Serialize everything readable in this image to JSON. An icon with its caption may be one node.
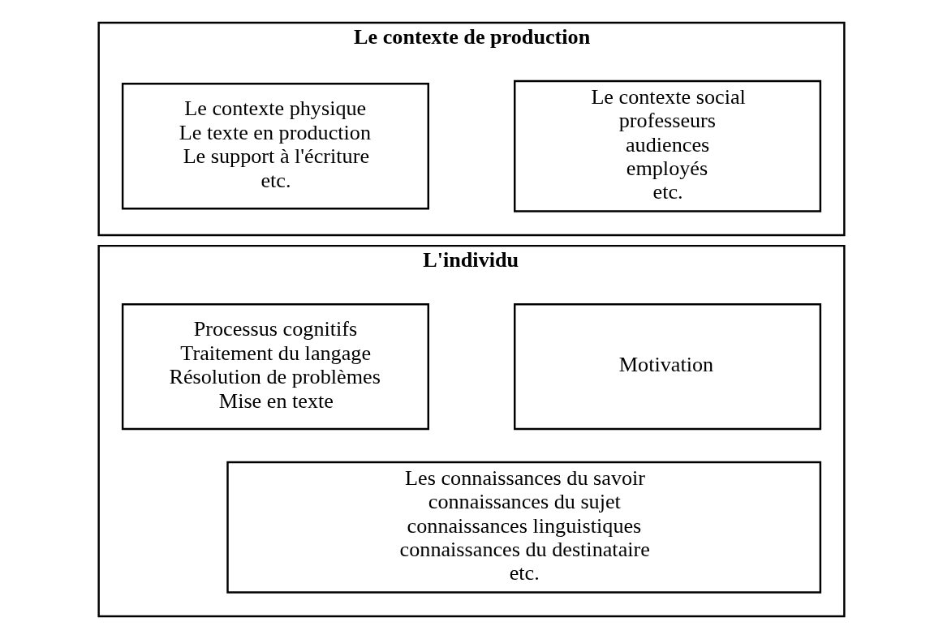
{
  "diagram": {
    "nodes": [
      {
        "text": [
          "Le contexte de production"
        ]
      },
      {
        "text": [
          "Le contexte social",
          "professeurs",
          "audiences",
          "employés",
          "etc."
        ],
        "in": 0
      },
      {
        "text": [
          "Le contexte physique",
          "Le texte en production",
          "Le support à l'écriture",
          "etc."
        ],
        "in": 0
      },
      {
        "text": [
          "L'individu"
        ]
      },
      {
        "text": [
          "Motivation"
        ],
        "in": 3
      },
      {
        "text": [
          "Processus cognitifs",
          "Traitement du langage",
          "Résolution de problèmes",
          "Mise en texte"
        ],
        "in": 3
      },
      {
        "text": [
          "Les connaissances du savoir",
          "connaissances du sujet",
          "connaissances linguistiques",
          "connaissances du destinataire",
          "etc."
        ],
        "in": 3
      }
    ],
    "edges": []
  }
}
